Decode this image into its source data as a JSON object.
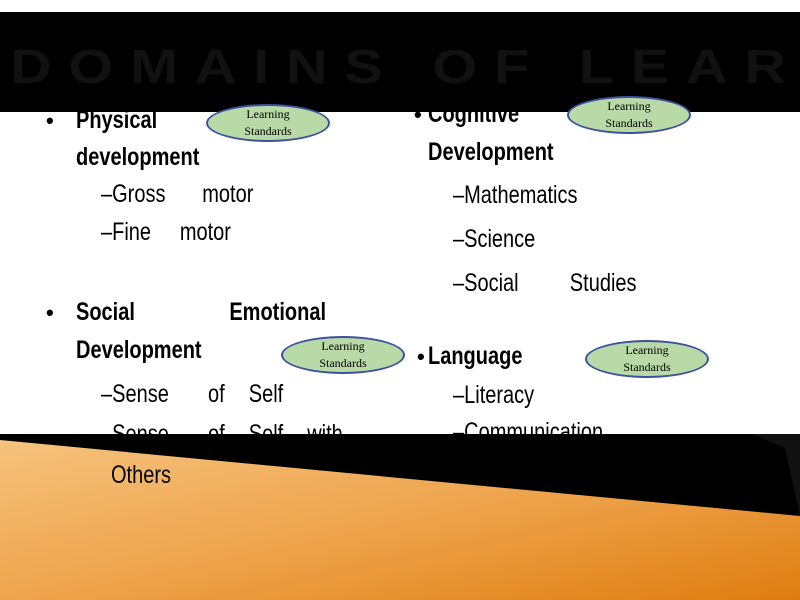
{
  "title": "DOMAINS OF LEARNING & DEVELOPMENT",
  "badge_label_line1": "Learning",
  "badge_label_line2": "Standards",
  "left_column": {
    "physical": {
      "heading_line1": "Physical",
      "heading_line2": "development",
      "items": [
        {
          "dash": "–",
          "w1": "Gross",
          "w2": "motor"
        },
        {
          "dash": "–",
          "w1": "Fine",
          "w2": "motor"
        }
      ]
    },
    "social": {
      "heading_w1": "Social",
      "heading_w2": "Emotional",
      "heading_line2": "Development",
      "item1": {
        "dash": "–",
        "w1": "Sense",
        "w2": "of",
        "w3": "Self"
      },
      "item2": {
        "dash": "–",
        "w1": "Sense",
        "w2": "of",
        "w3": "Self",
        "w4": "with"
      },
      "item2_cont": "Others"
    }
  },
  "right_column": {
    "cognitive": {
      "heading_line1": "Cognitive",
      "heading_line2": "Development",
      "items": [
        {
          "dash": "–",
          "w1": "Mathematics"
        },
        {
          "dash": "–",
          "w1": "Science"
        },
        {
          "dash": "–",
          "w1": "Social",
          "w2": "Studies"
        }
      ]
    },
    "language": {
      "heading": "Language",
      "items": [
        {
          "dash": "–",
          "w1": "Literacy"
        },
        {
          "dash": "–",
          "w1": "Communication"
        }
      ]
    }
  },
  "colors": {
    "title_bar": "#000000",
    "badge_fill": "#b9d9a7",
    "badge_border": "#3b52a0",
    "orange_light": "#f9c37a",
    "orange_dark": "#e0820f"
  }
}
